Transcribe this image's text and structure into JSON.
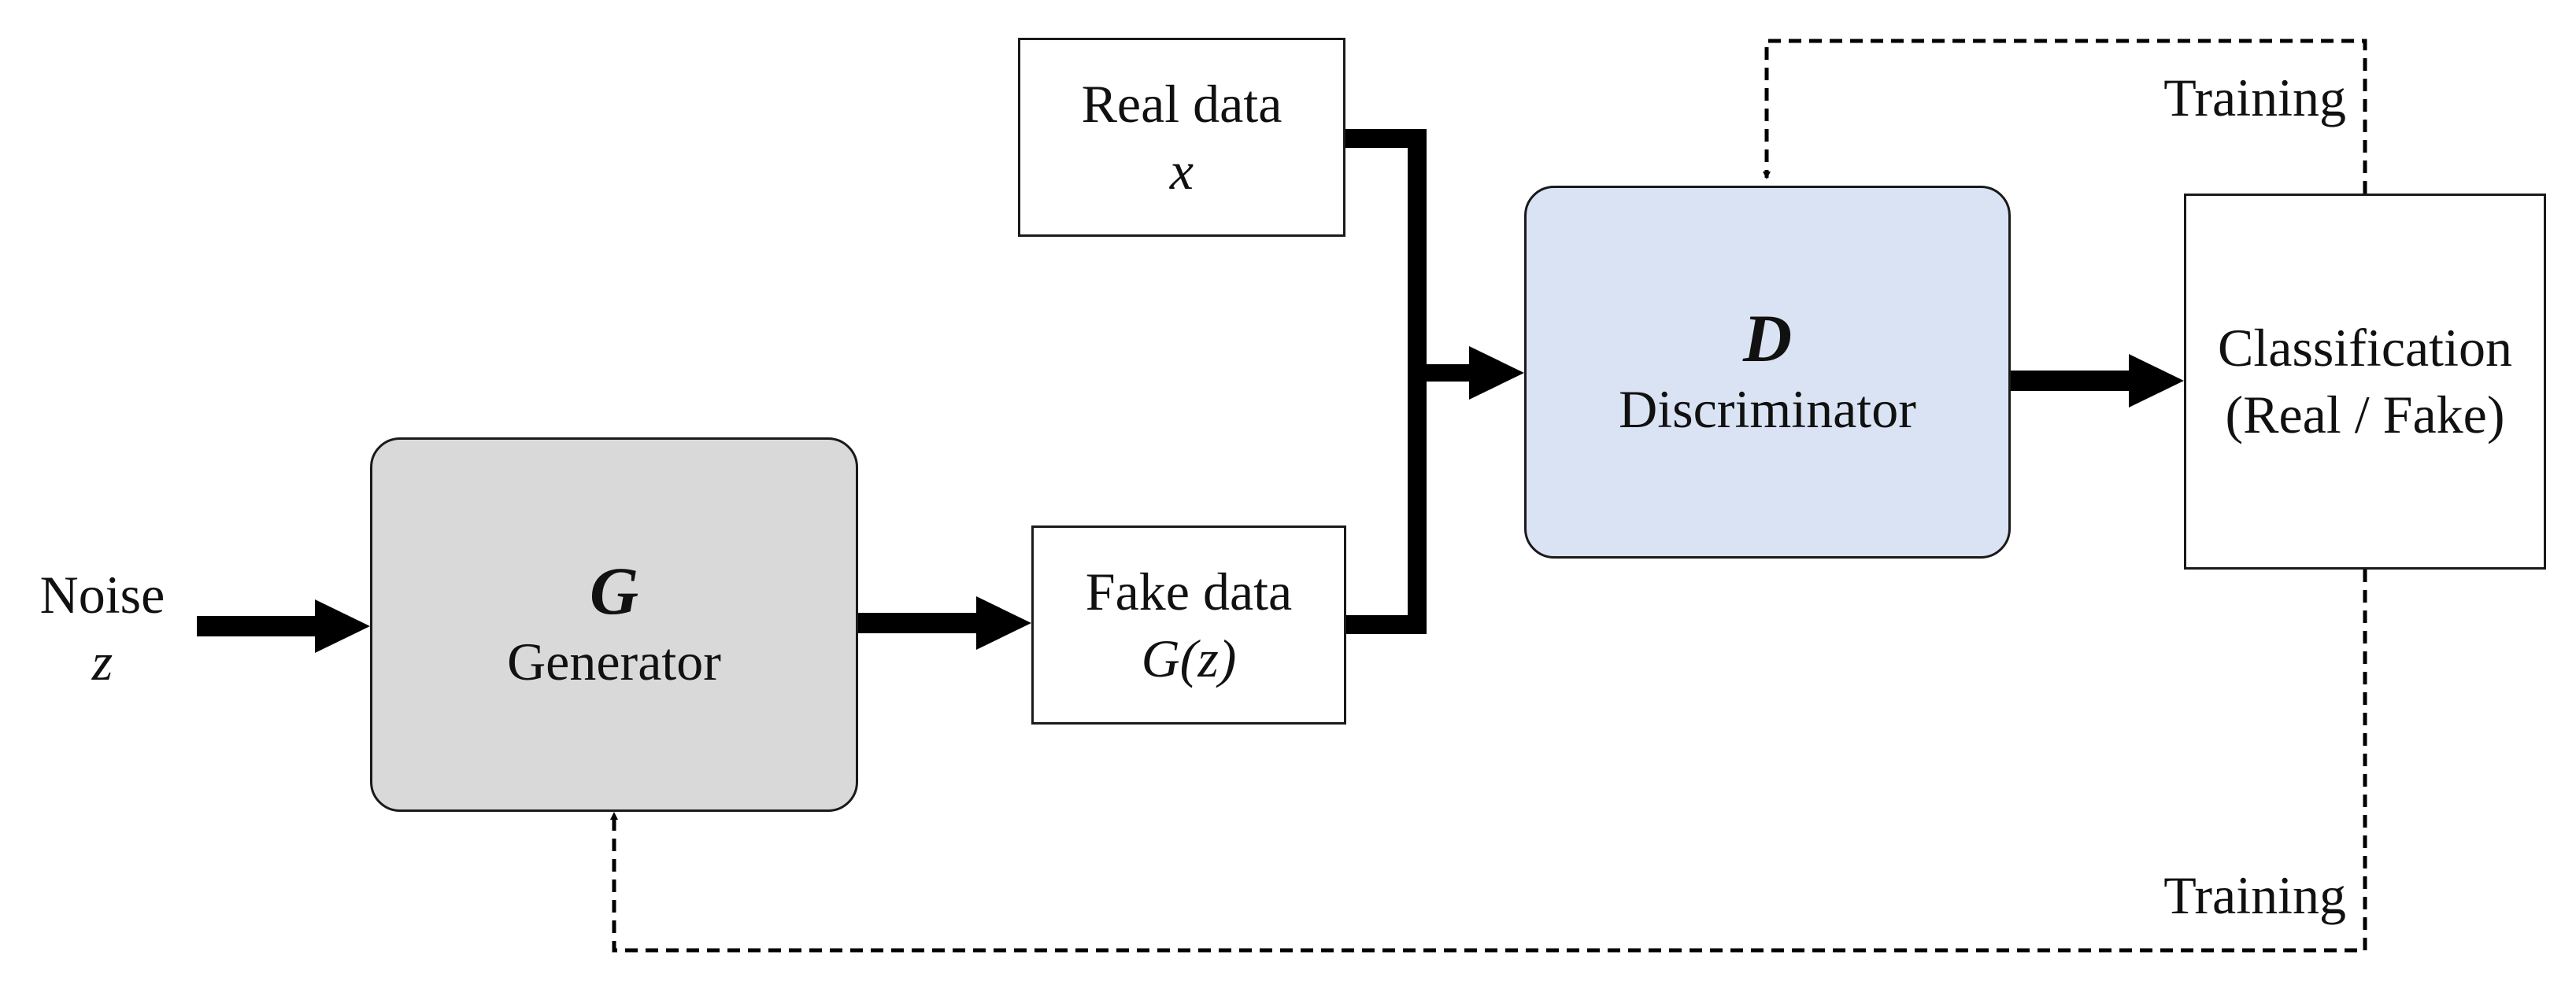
{
  "colors": {
    "generator_fill": "#d9d9d9",
    "discriminator_fill": "#dae3f3",
    "stroke": "#000000"
  },
  "noise": {
    "label": "Noise",
    "symbol": "z"
  },
  "generator": {
    "symbol": "G",
    "label": "Generator"
  },
  "fake_data": {
    "label": "Fake data",
    "symbol": "G(z)"
  },
  "real_data": {
    "label": "Real data",
    "symbol": "x"
  },
  "discriminator": {
    "symbol": "D",
    "label": "Discriminator"
  },
  "classification": {
    "line1": "Classification",
    "line2": "(Real / Fake)"
  },
  "training_top": {
    "label": "Training"
  },
  "training_bottom": {
    "label": "Training"
  }
}
